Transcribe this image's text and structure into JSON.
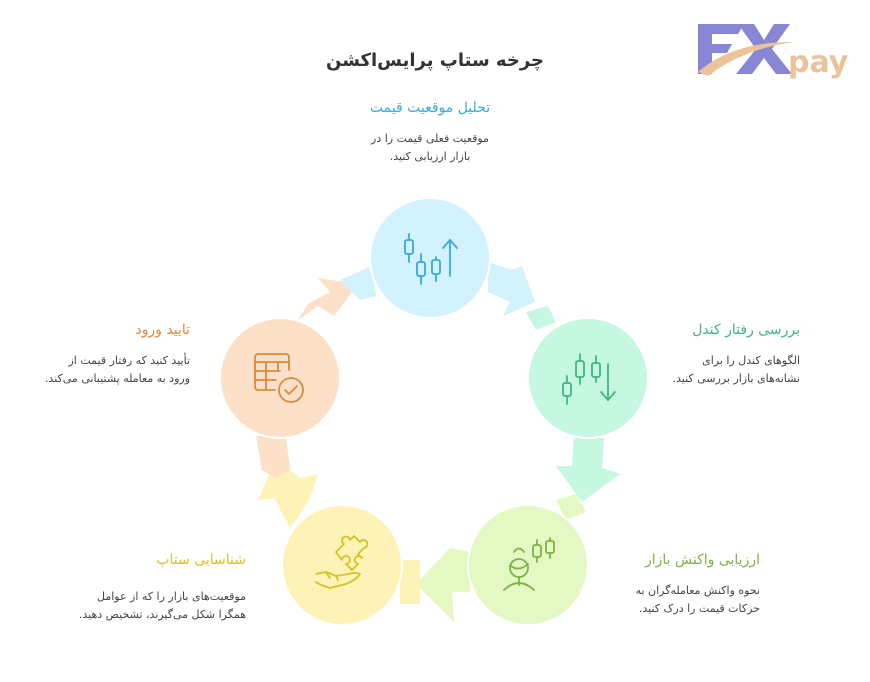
{
  "title": "چرخه ستاپ پرایس‌اکشن",
  "logo": {
    "text_fx": "FX",
    "text_pay": "pay",
    "fx_color": "#8a86d6",
    "pay_color": "#eac399"
  },
  "steps": [
    {
      "heading": "تحلیل موقعیت قیمت",
      "desc_line1": "موقعیت فعلی قیمت را در",
      "desc_line2": "بازار ارزیابی کنید.",
      "icon": "candlestick-up-icon",
      "fill": "#d2f2fd",
      "stroke": "#39a9d6",
      "heading_color": "#39a9d6"
    },
    {
      "heading": "بررسی رفتار کندل",
      "desc_line1": "الگوهای کندل را برای",
      "desc_line2": "نشانه‌های بازار بررسی کنید.",
      "icon": "candlestick-down-icon",
      "fill": "#c5f7e1",
      "stroke": "#3fb77c",
      "heading_color": "#3fb77c"
    },
    {
      "heading": "ارزیابی واکنش بازار",
      "desc_line1": "نحوه واکنش معامله‌گران به",
      "desc_line2": "حرکات قیمت را درک کنید.",
      "icon": "trader-chart-icon",
      "fill": "#e3f8c2",
      "stroke": "#7cb342",
      "heading_color": "#7cb342"
    },
    {
      "heading": "شناسایی ستاپ",
      "desc_line1": "موقعیت‌های بازار را که از عوامل",
      "desc_line2": "همگرا شکل می‌گیرند، تشخیص دهید.",
      "icon": "hand-puzzle-icon",
      "fill": "#fef3b6",
      "stroke": "#d8c12a",
      "heading_color": "#d8c12a"
    },
    {
      "heading": "تایید ورود",
      "desc_line1": "تأیید کنید که رفتار قیمت از",
      "desc_line2": "ورود به معامله پشتیبانی می‌کند.",
      "icon": "table-check-icon",
      "fill": "#fde0c8",
      "stroke": "#d98a3f",
      "heading_color": "#d98a3f"
    }
  ]
}
